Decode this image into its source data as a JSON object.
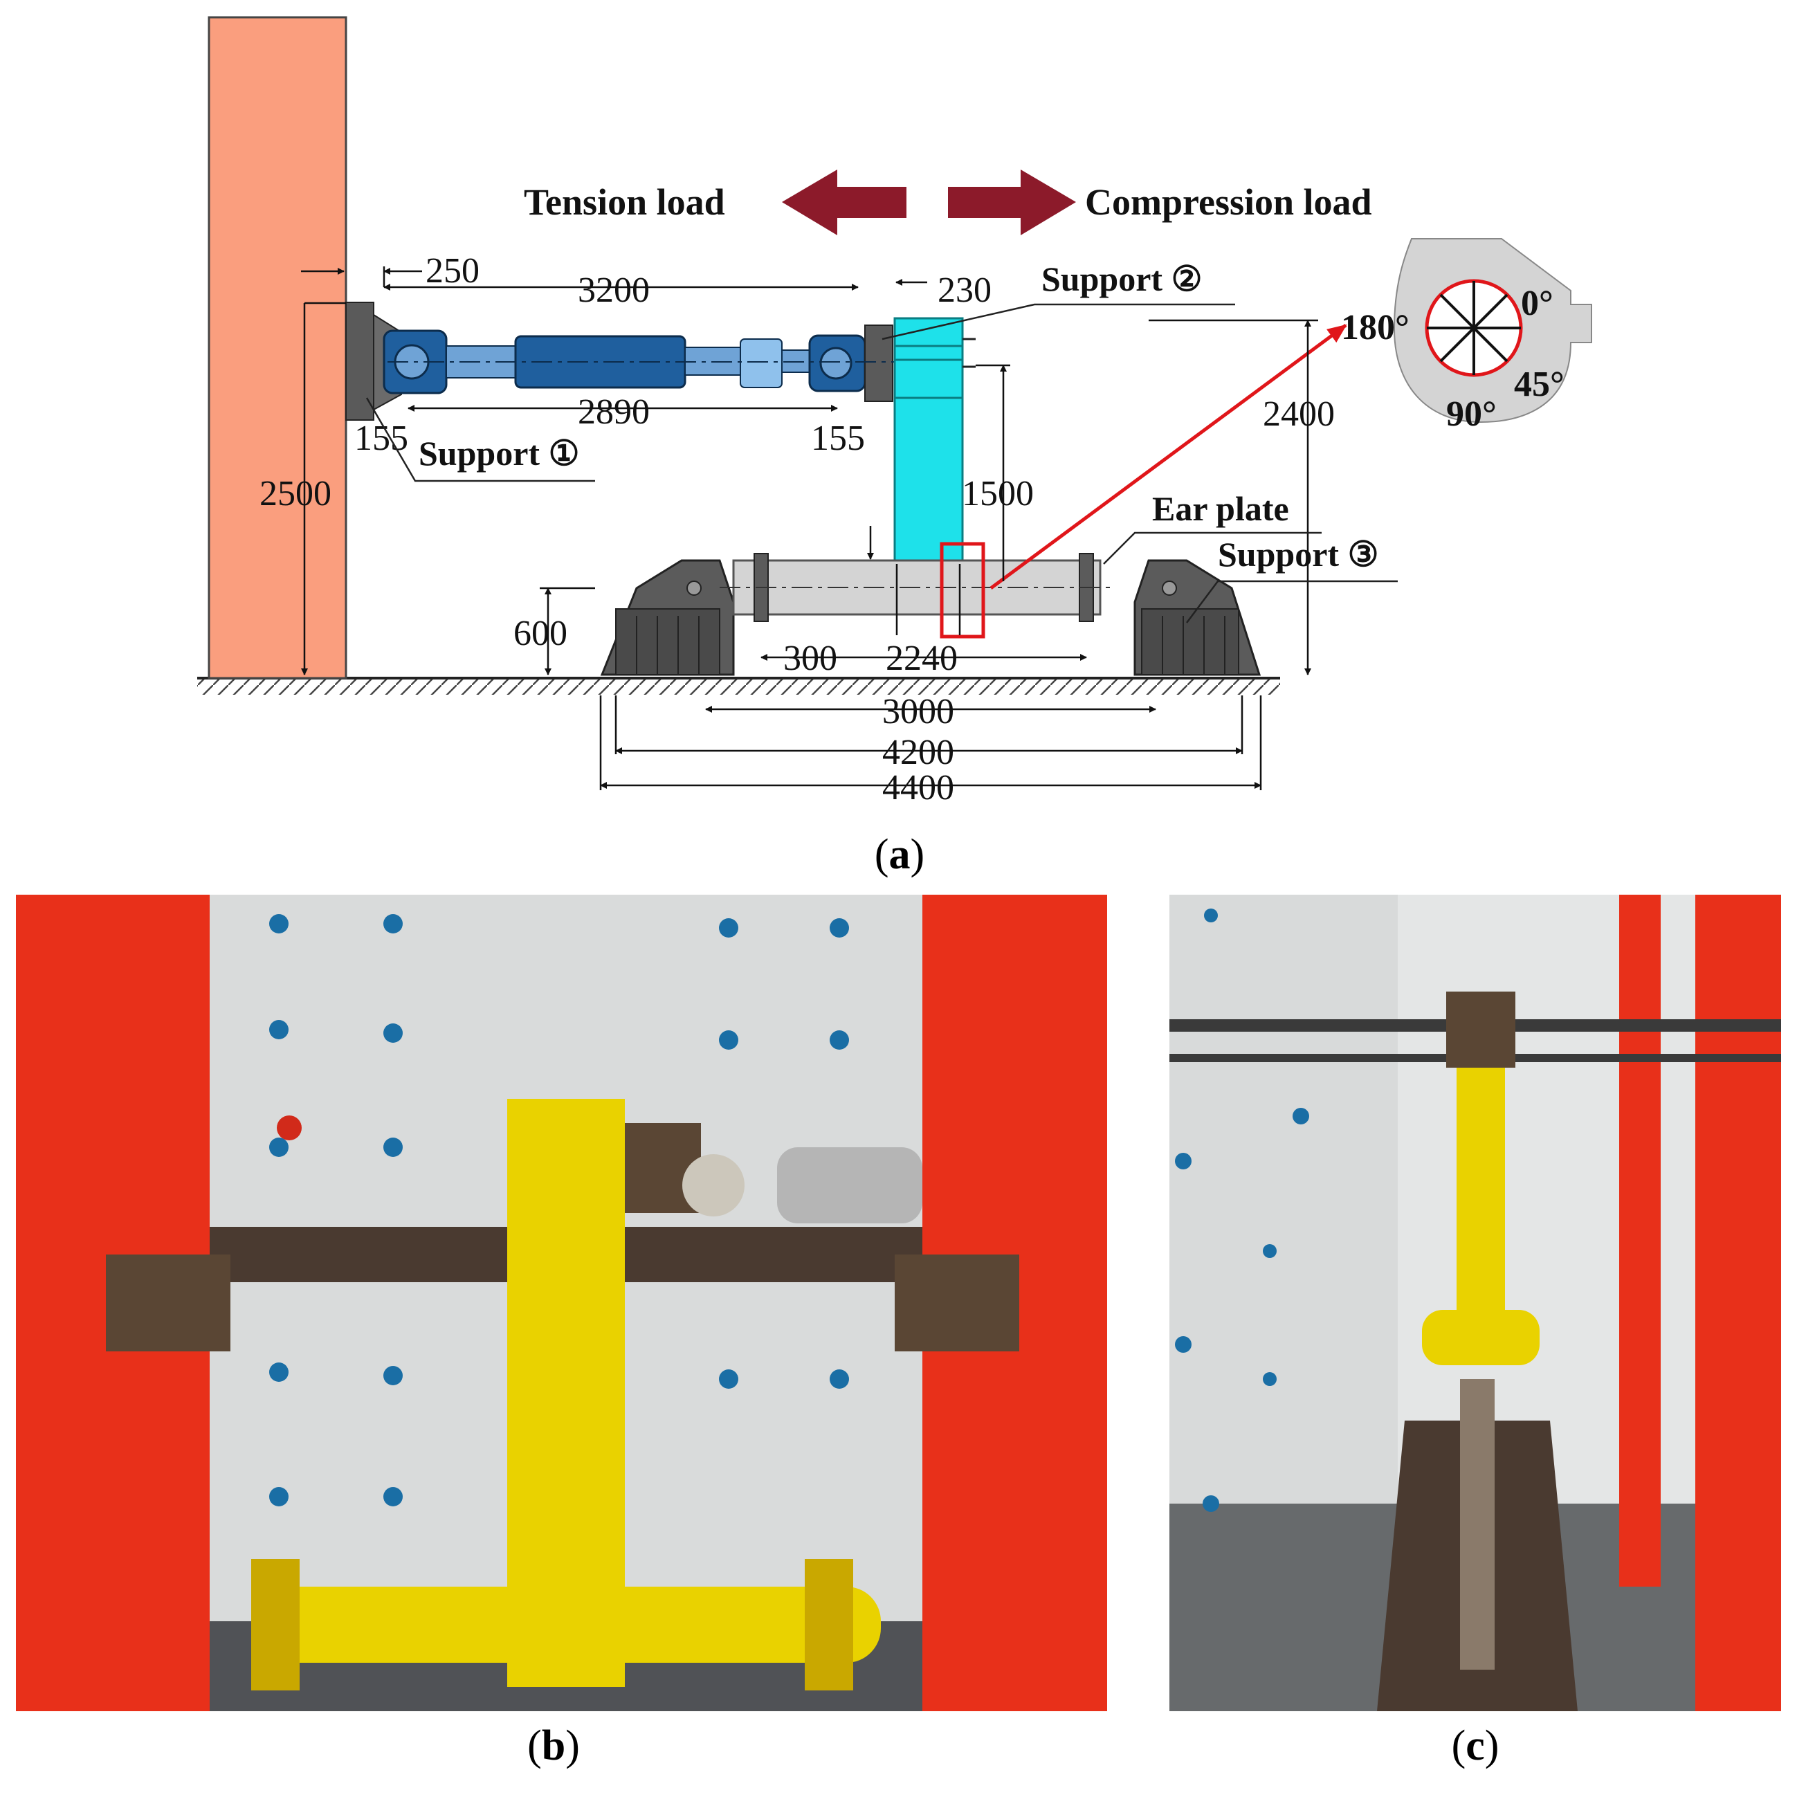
{
  "panel_a": {
    "load_labels": {
      "tension": "Tension load",
      "compression": "Compression load"
    },
    "dimensions": {
      "d250": "250",
      "d3200": "3200",
      "d230": "230",
      "d2890": "2890",
      "d155_left": "155",
      "d155_right": "155",
      "d2500": "2500",
      "d1500": "1500",
      "d2400": "2400",
      "d600": "600",
      "d300": "300",
      "d2240": "2240",
      "d3000": "3000",
      "d4200": "4200",
      "d4400": "4400"
    },
    "callouts": {
      "support_1": "Support ①",
      "support_2": "Support ②",
      "support_3": "Support ③",
      "ear_plate": "Ear plate"
    },
    "angles": {
      "a0": "0°",
      "a45": "45°",
      "a90": "90°",
      "a180": "180°"
    },
    "colors": {
      "reaction_wall": "#fa9e7e",
      "actuator": "#1f5f9e",
      "column": "#1ee1ea",
      "beam": "#d4d4d4",
      "support": "#4a4a4a",
      "load_arrow": "#8c1a2a",
      "highlight": "#e0161a"
    }
  },
  "captions": {
    "a": "a",
    "b": "b",
    "c": "c"
  },
  "photos": {
    "b": {
      "colors": {
        "frame": "#e8301a",
        "specimen": "#e9d200",
        "wall": "#d9dbdb"
      }
    },
    "c": {
      "colors": {
        "frame": "#e8301a",
        "specimen": "#e9d200",
        "wall": "#e4e6e6"
      }
    }
  }
}
